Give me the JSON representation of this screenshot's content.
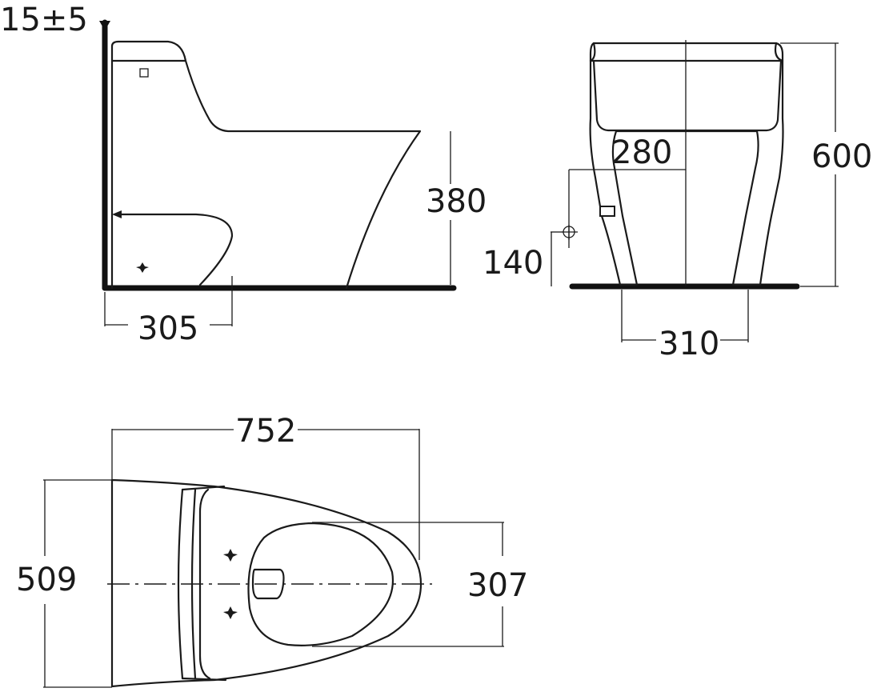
{
  "side_view": {
    "wall_offset": "15±5",
    "height_to_rim": "380",
    "outlet_center_distance": "305"
  },
  "front_view": {
    "total_height": "600",
    "inlet_offset_from_center": "280",
    "inlet_height": "140",
    "base_width": "310"
  },
  "top_view": {
    "total_length": "752",
    "total_width": "509",
    "bowl_opening_width": "307"
  }
}
